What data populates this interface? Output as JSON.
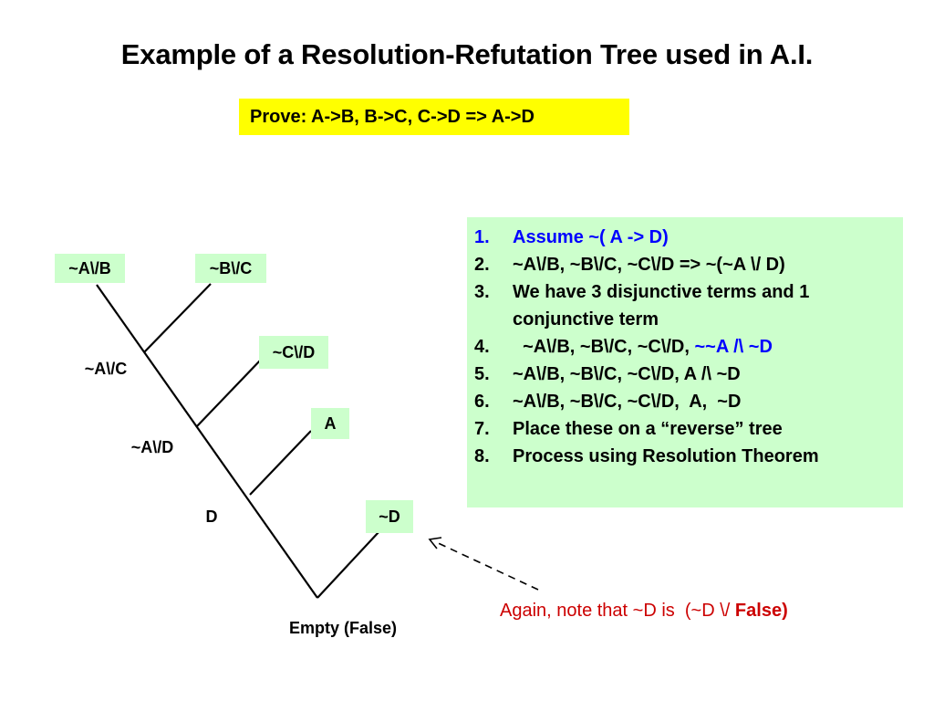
{
  "title": "Example of a Resolution-Refutation Tree used in A.I.",
  "prove": "Prove: A->B, B->C, C->D => A->D",
  "colors": {
    "highlight_yellow": "#ffff00",
    "box_green": "#ccffcc",
    "blue": "#0000ff",
    "note_red": "#cc0000"
  },
  "tree": {
    "premises": [
      "~A\\/B",
      "~B\\/C",
      "~C\\/D",
      "A",
      "~D"
    ],
    "resolvents": [
      "~A\\/C",
      "~A\\/D",
      "D"
    ],
    "root": "Empty (False)"
  },
  "steps": [
    {
      "num": "1.",
      "text": "Assume ~( A -> D)"
    },
    {
      "num": "2.",
      "text": "~A\\/B, ~B\\/C, ~C\\/D => ~(~A \\/ D)"
    },
    {
      "num": "3.",
      "text": "We have 3 disjunctive terms and 1 conjunctive term"
    },
    {
      "num": "4.",
      "text": "  ~A\\/B, ~B\\/C, ~C\\/D,",
      "text_blue": "~~A /\\ ~D"
    },
    {
      "num": "5.",
      "text": "~A\\/B, ~B\\/C, ~C\\/D, A /\\ ~D"
    },
    {
      "num": "6.",
      "text": "~A\\/B, ~B\\/C, ~C\\/D,  A,  ~D"
    },
    {
      "num": "7.",
      "text": "Place these on a “reverse” tree"
    },
    {
      "num": "8.",
      "text": "Process using Resolution Theorem"
    }
  ],
  "note": {
    "text": "Again, note that ~D is  (~D \\/",
    "bold": "False)"
  }
}
